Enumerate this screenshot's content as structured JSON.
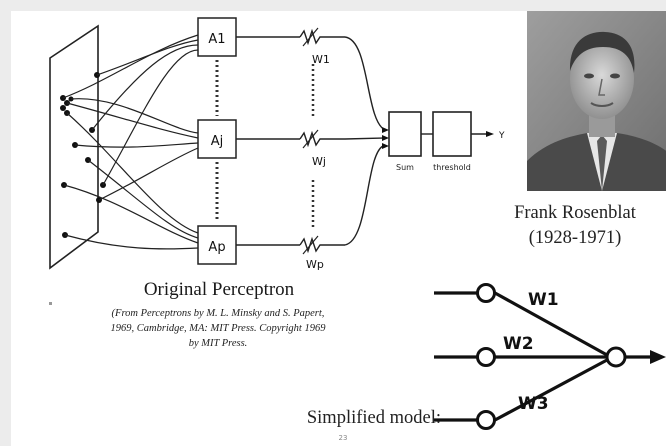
{
  "original_diagram": {
    "units": [
      "A1",
      "Aj",
      "Ap"
    ],
    "weights": [
      "W1",
      "Wj",
      "Wp"
    ],
    "sum_label": "Sum",
    "threshold_label": "threshold",
    "output_label": "Y"
  },
  "caption": {
    "title": "Original Perceptron",
    "citation_lines": [
      "(From Perceptrons by M. L. Minsky and S. Papert,",
      "1969, Cambridge, MA: MIT Press. Copyright 1969",
      "by MIT Press."
    ]
  },
  "person": {
    "name": "Frank Rosenblat",
    "years": "(1928-1971)"
  },
  "simplified": {
    "label": "Simplified model:",
    "weights": [
      "W1",
      "W2",
      "W3"
    ]
  },
  "page_number": "23"
}
